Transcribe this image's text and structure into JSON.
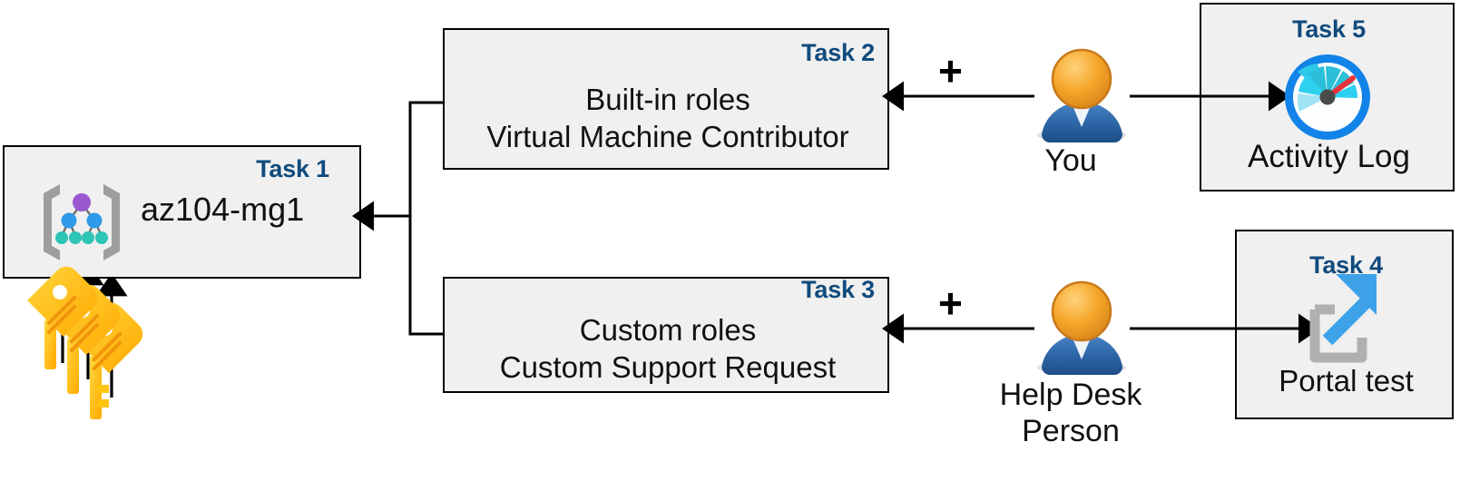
{
  "diagram": {
    "title": "Azure RBAC task diagram",
    "accent_color": "#104A7D",
    "box_fill": "#f0f0f0",
    "box_border": "#000000",
    "nodes": [
      {
        "id": "task1",
        "task_label": "Task 1",
        "text": "az104-mg1",
        "icon": "management-group-icon"
      },
      {
        "id": "task2",
        "task_label": "Task 2",
        "line1": "Built-in roles",
        "line2": "Virtual Machine Contributor"
      },
      {
        "id": "task3",
        "task_label": "Task 3",
        "line1": "Custom roles",
        "line2": "Custom Support Request"
      },
      {
        "id": "task4",
        "task_label": "Task 4",
        "text": "Portal test",
        "icon": "external-link-icon"
      },
      {
        "id": "task5",
        "task_label": "Task 5",
        "text": "Activity Log",
        "icon": "gauge-icon"
      }
    ],
    "actors": [
      {
        "id": "you",
        "label": "You",
        "icon": "person-icon"
      },
      {
        "id": "help-desk",
        "label": "Help Desk\nPerson",
        "icon": "person-icon"
      }
    ],
    "operators": [
      {
        "id": "plus-top",
        "symbol": "+"
      },
      {
        "id": "plus-bottom",
        "symbol": "+"
      }
    ],
    "key_stack": {
      "icon": "keys-icon",
      "count": 3,
      "color": "#FFC411"
    }
  }
}
